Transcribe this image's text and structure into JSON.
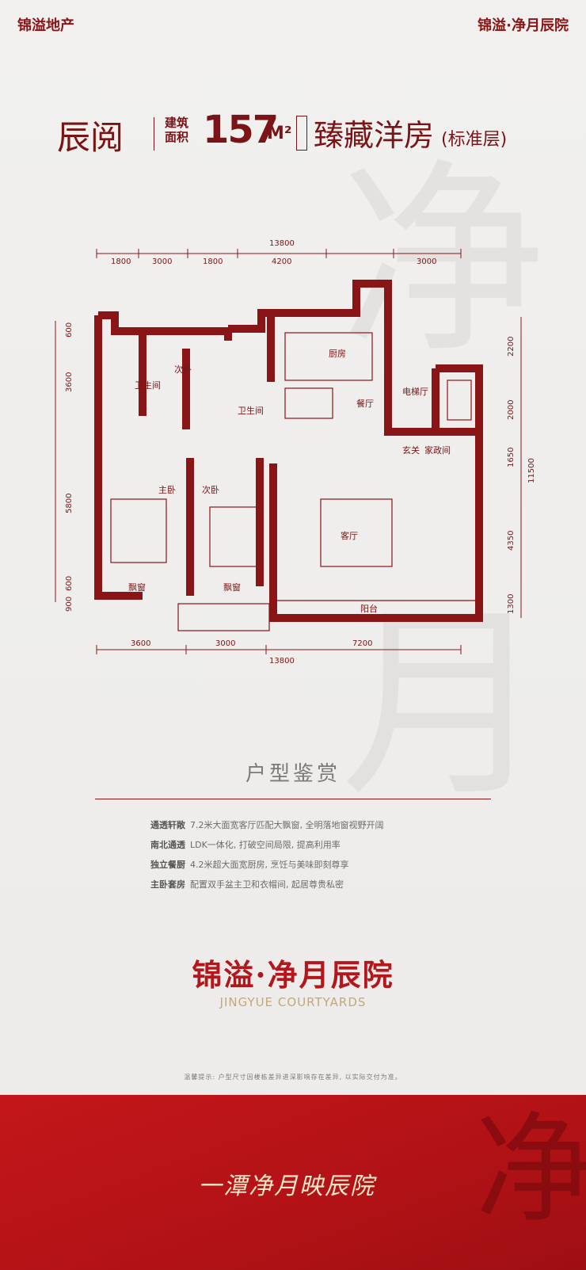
{
  "header": {
    "left_brand": "锦溢地产",
    "right_brand": "锦溢·净月辰院"
  },
  "title": {
    "name": "辰阅",
    "area_label": "建筑面积",
    "area_value": "157",
    "area_unit": "M²",
    "headline": "臻藏洋房",
    "subline": "(标准层)"
  },
  "floorplan": {
    "dims_top": {
      "total": "13800",
      "segments": [
        "1800",
        "3000",
        "1800",
        "4200",
        "3000"
      ]
    },
    "dims_bottom": {
      "total": "13800",
      "segments": [
        "3600",
        "3000",
        "7200"
      ]
    },
    "dims_left": {
      "total": "11500",
      "segments": [
        "600",
        "3600",
        "5800",
        "600",
        "900"
      ]
    },
    "dims_right": {
      "total": "11500",
      "segments": [
        "2200",
        "2000",
        "1650",
        "4350",
        "1300"
      ]
    },
    "rooms": {
      "bath1": "卫生间",
      "bedroom2a": "次卧",
      "bath2": "卫生间",
      "kitchen": "厨房",
      "dining": "餐厅",
      "elevator_hall": "电梯厅",
      "foyer": "玄关",
      "housekeeping": "家政间",
      "master": "主卧",
      "bedroom2b": "次卧",
      "living": "客厅",
      "bay1": "飘窗",
      "bay2": "飘窗",
      "balcony": "阳台"
    }
  },
  "section": {
    "title": "户型鉴赏"
  },
  "features": [
    {
      "label": "通透轩敞",
      "text": "7.2米大面宽客厅匹配大飘窗, 全明落地窗视野开阔"
    },
    {
      "label": "南北通透",
      "text": "LDK一体化, 打破空间局限, 提高利用率"
    },
    {
      "label": "独立餐厨",
      "text": "4.2米超大面宽厨房, 烹饪与美味即刻尊享"
    },
    {
      "label": "主卧套房",
      "text": "配置双手盆主卫和衣帽间, 起居尊贵私密"
    }
  ],
  "brand": {
    "cn": "锦溢·净月辰院",
    "en": "JINGYUE COURTYARDS"
  },
  "note": "温馨提示: 户型尺寸因楼栋差异进深影响存在差异, 以实际交付为准。",
  "footer": {
    "slogan": "一潭净月映辰院",
    "big_char": "净"
  },
  "colors": {
    "brand_red": "#8a1517",
    "wall": "#8a1517",
    "footer_red": "#b8141a",
    "gold": "#c4a77a"
  }
}
